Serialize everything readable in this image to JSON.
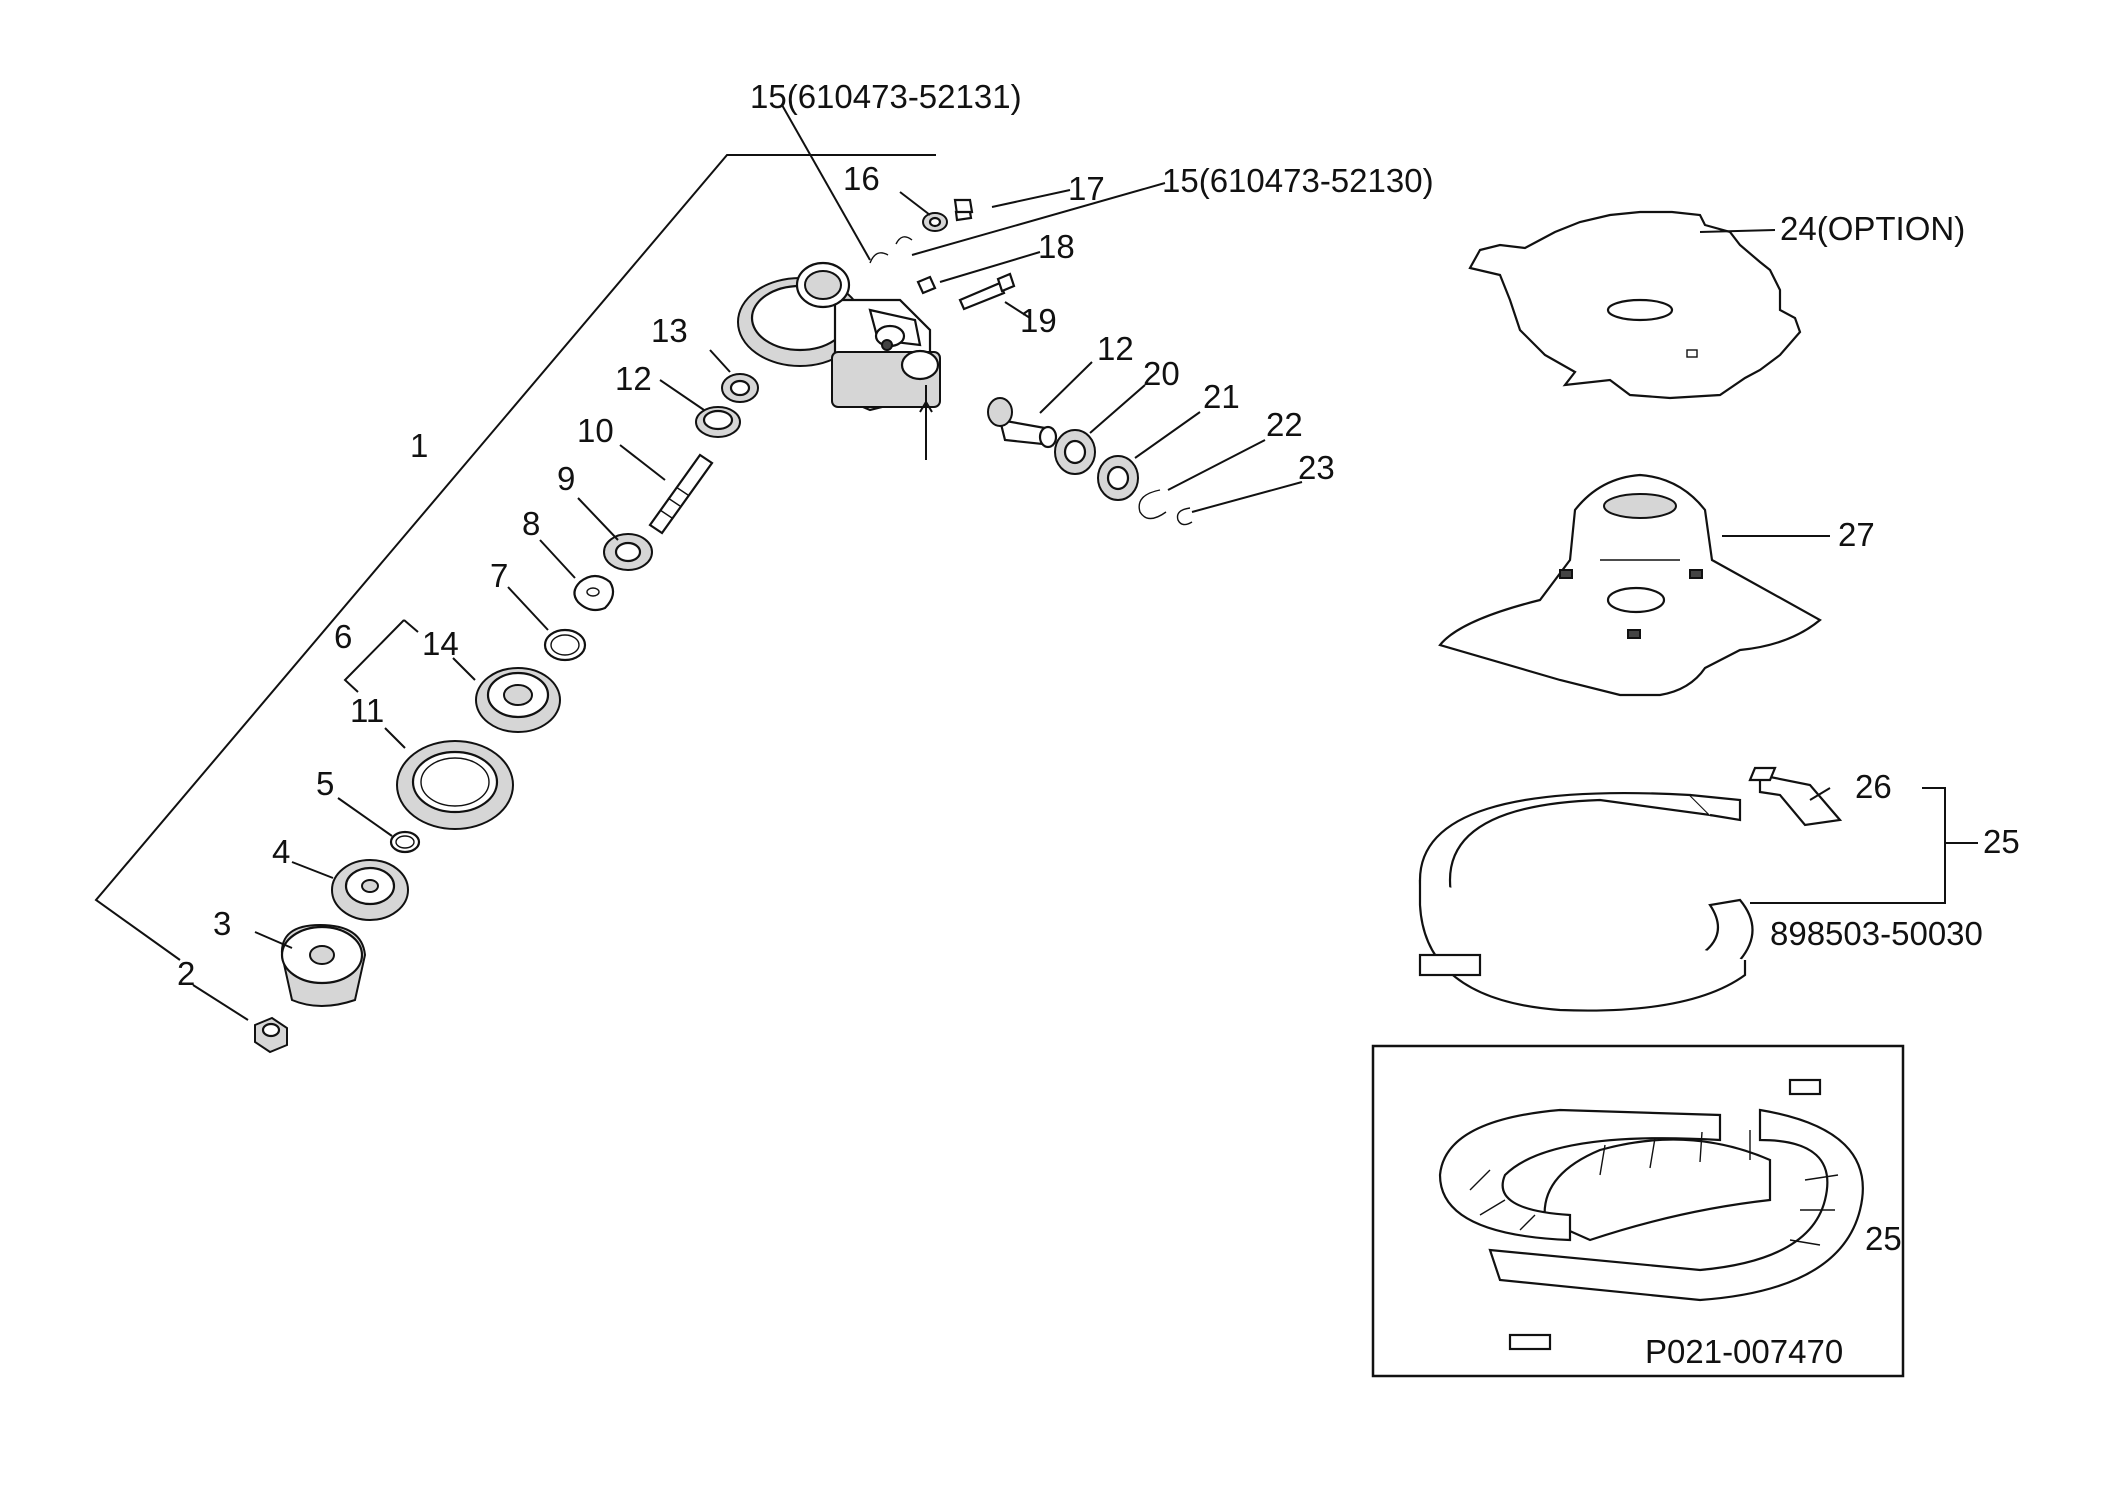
{
  "labels": {
    "l1": "1",
    "l2": "2",
    "l3": "3",
    "l4": "4",
    "l5": "5",
    "l6": "6",
    "l7": "7",
    "l8": "8",
    "l9": "9",
    "l10": "10",
    "l11": "11",
    "l12a": "12",
    "l12b": "12",
    "l13": "13",
    "l14": "14",
    "l15a": "15(610473-52131)",
    "l15b": "15(610473-52130)",
    "l16": "16",
    "l17": "17",
    "l18": "18",
    "l19": "19",
    "l20": "20",
    "l21": "21",
    "l22": "22",
    "l23": "23",
    "l24": "24(OPTION)",
    "l25a": "25",
    "l25b": "25",
    "l26": "26",
    "l27": "27",
    "code1": "898503-50030",
    "code2": "P021-007470"
  }
}
